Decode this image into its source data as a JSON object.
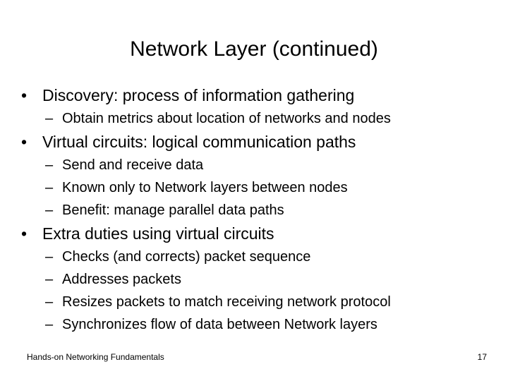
{
  "slide": {
    "title": "Network Layer (continued)",
    "bullet_marker": "•",
    "subbullet_marker": "–",
    "text_color": "#000000",
    "background_color": "#FFFFFF",
    "groups": [
      {
        "bullet": "Discovery: process of information gathering",
        "sub": [
          "Obtain metrics about location of networks and nodes"
        ]
      },
      {
        "bullet": "Virtual circuits: logical communication paths",
        "sub": [
          "Send and receive data",
          "Known only to Network layers between nodes",
          "Benefit: manage parallel data paths"
        ]
      },
      {
        "bullet": "Extra duties using virtual circuits",
        "sub": [
          "Checks (and corrects) packet sequence",
          "Addresses packets",
          "Resizes packets to match receiving network protocol",
          "Synchronizes flow of data between Network layers"
        ]
      }
    ],
    "footer": {
      "text": "Hands-on Networking Fundamentals",
      "page_number": "17"
    }
  }
}
